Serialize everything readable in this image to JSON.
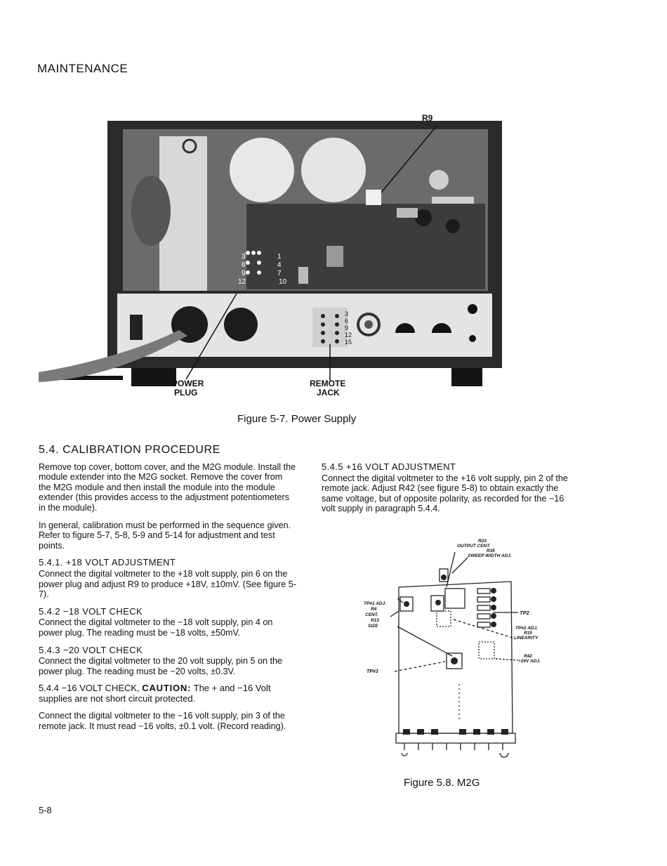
{
  "header": {
    "title": "MAINTENANCE"
  },
  "figure_5_7": {
    "caption": "Figure 5-7. Power Supply",
    "callouts": {
      "r9": "R9",
      "power_plug_line1": "POWER",
      "power_plug_line2": "PLUG",
      "remote_jack_line1": "REMOTE",
      "remote_jack_line2": "JACK"
    },
    "pin_labels_power": [
      "3",
      "1",
      "6",
      "4",
      "9",
      "7",
      "12",
      "10"
    ],
    "pin_labels_remote": [
      "3",
      "6",
      "9",
      "12",
      "15"
    ]
  },
  "section_5_4": {
    "heading": "5.4.   CALIBRATION  PROCEDURE",
    "intro_p1": "Remove top cover, bottom cover, and the M2G module. Install the module extender into the M2G socket. Remove the cover from the M2G module and then install the module into the module extender (this provides access to the adjustment potentiometers in the module).",
    "intro_p2": "In general, calibration must be performed in the sequence given. Refer to figure 5-7, 5-8, 5-9 and 5-14 for adjustment and test points.",
    "s541_heading": "5.4.1.  +18 VOLT ADJUSTMENT",
    "s541_body": "Connect the digital voltmeter to the +18 volt supply, pin 6 on the power plug and adjust R9 to produce +18V, ±10mV. (See figure 5-7).",
    "s542_heading": "5.4.2  −18 VOLT CHECK",
    "s542_body": "Connect the digital voltmeter to the −18 volt supply, pin 4 on power plug. The reading must be −18 volts, ±50mV.",
    "s543_heading": "5.4.3  −20 VOLT CHECK",
    "s543_body": "Connect the digital voltmeter to the 20 volt supply, pin 5 on the power plug. The reading must be −20 volts, ±0.3V.",
    "s544_heading_prefix": "5.4.4  −16 VOLT CHECK, ",
    "s544_caution": "CAUTION:",
    "s544_heading_rest": " The + and −16 Volt supplies are not short circuit protected.",
    "s544_body": "Connect the digital voltmeter to the −16 volt supply, pin 3 of the remote jack. It must read −16 volts, ±0.1 volt. (Record reading).",
    "s545_heading": "5.4.5  +16 VOLT ADJUSTMENT",
    "s545_body": "Connect the digital voltmeter to the +16 volt supply, pin 2 of the remote jack. Adjust R42 (see figure 5-8) to obtain exactly the same voltage, but of opposite polarity, as recorded for the −16 volt supply in paragraph 5.4.4."
  },
  "figure_5_8": {
    "caption": "Figure 5.8. M2G",
    "labels": {
      "r23": "R23",
      "output_cent": "OUTPUT CENT.",
      "r35": "R35",
      "sweep_width_adj": "SWEEP WIDTH ADJ.",
      "tp1_adj": "TP#1 ADJ.",
      "r4": "R4",
      "cent": "CENT.",
      "r13": "R13",
      "size": "SIZE",
      "tp2": "TP2",
      "tp2_adj": "TP#2 ADJ.",
      "r15": "R15",
      "linearity": "LINEARITY",
      "r42": "R42",
      "plus16v_adj": "+16V ADJ.",
      "tp3": "TP#3"
    }
  },
  "footer": {
    "page_number": "5-8"
  }
}
